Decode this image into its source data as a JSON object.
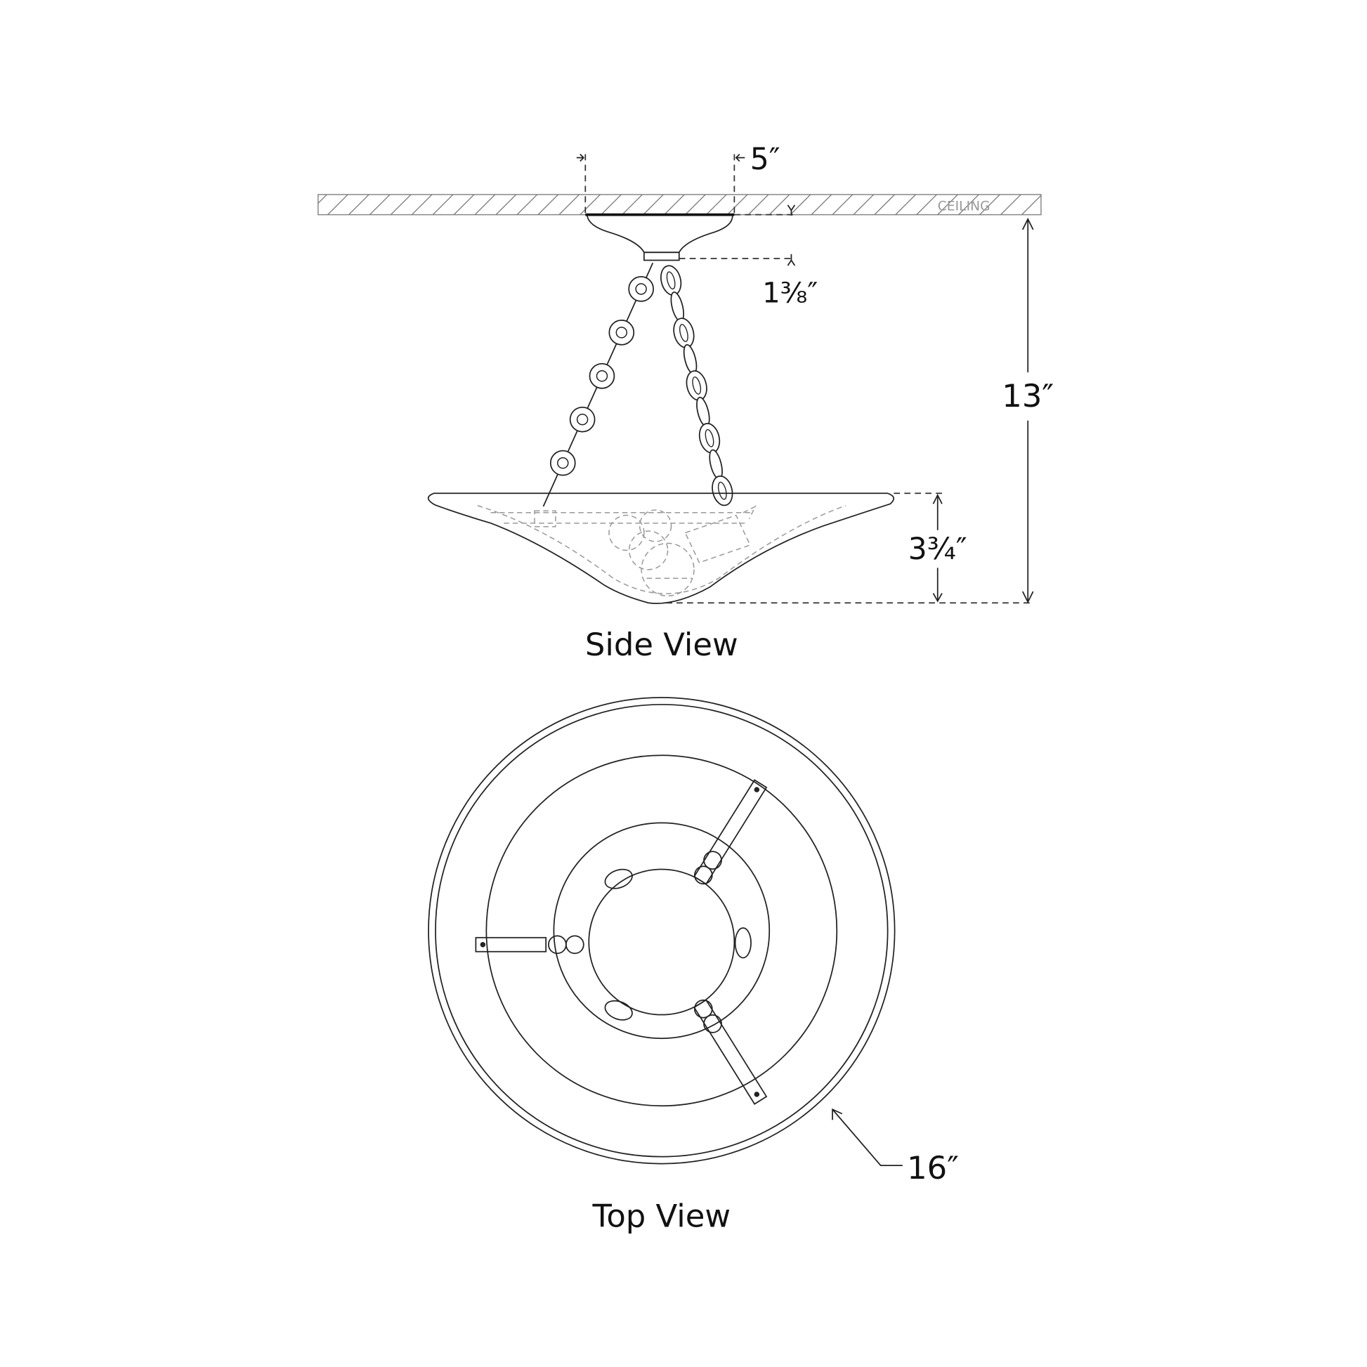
{
  "side_view": {
    "title": "Side View",
    "ceiling_label": "CEILING",
    "canopy_width": "5″",
    "canopy_height": "1⅜″",
    "overall_height": "13″",
    "shade_height": "3¾″"
  },
  "top_view": {
    "title": "Top View",
    "diameter": "16″"
  },
  "colors": {
    "line": "#222222",
    "ceiling_text": "#999999"
  }
}
